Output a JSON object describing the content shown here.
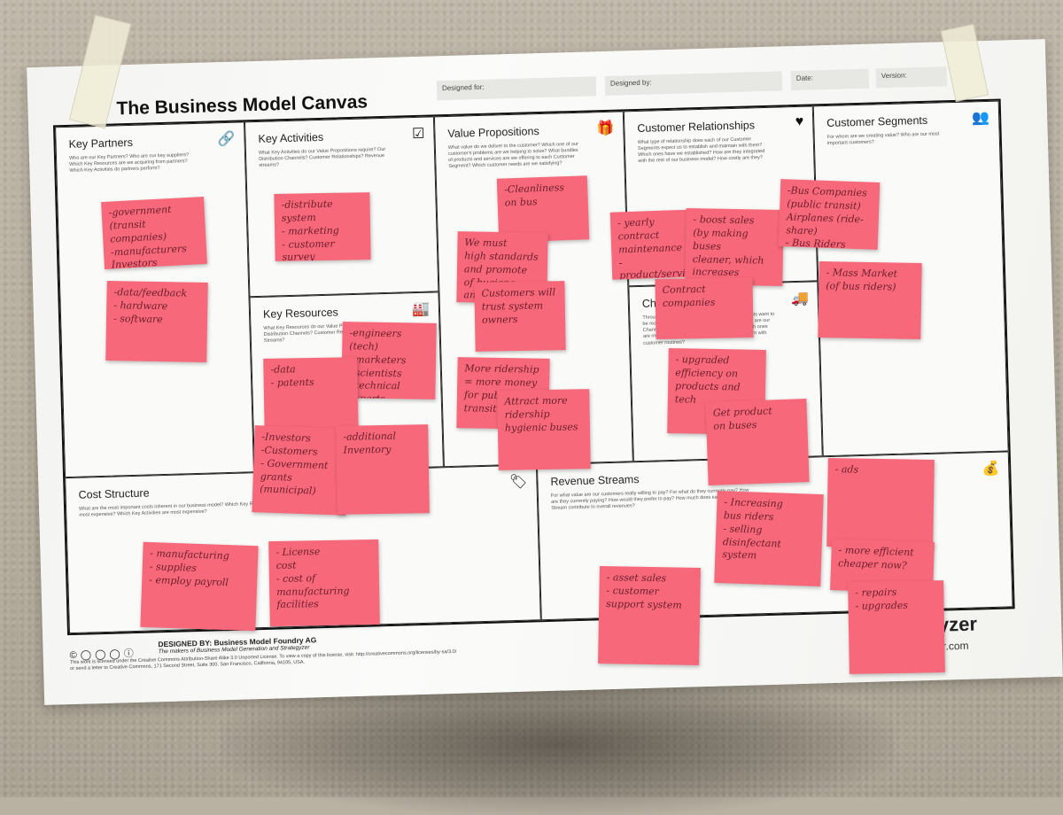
{
  "canvas": {
    "title": "The Business Model Canvas",
    "designed_for": "Designed for:",
    "designed_by": "Designed by:",
    "date": "Date:",
    "version": "Version:"
  },
  "blocks": {
    "key_partners": {
      "title": "Key Partners",
      "questions": "Who are our Key Partners? Who are our key suppliers? Which Key Resources are we acquiring from partners? Which Key Activities do partners perform?",
      "icon": "link-icon"
    },
    "key_activities": {
      "title": "Key Activities",
      "questions": "What Key Activities do our Value Propositions require? Our Distribution Channels? Customer Relationships? Revenue streams?",
      "icon": "checkbox-icon"
    },
    "key_resources": {
      "title": "Key Resources",
      "questions": "What Key Resources do our Value Propositions require? Our Distribution Channels? Customer Relationships? Revenue Streams?",
      "icon": "factory-icon"
    },
    "value_propositions": {
      "title": "Value Propositions",
      "questions": "What value do we deliver to the customer? Which one of our customer's problems are we helping to solve? What bundles of products and services are we offering to each Customer Segment? Which customer needs are we satisfying?",
      "icon": "gift-icon"
    },
    "customer_relationships": {
      "title": "Customer Relationships",
      "questions": "What type of relationship does each of our Customer Segments expect us to establish and maintain with them? Which ones have we established? How are they integrated with the rest of our business model? How costly are they?",
      "icon": "heart-icon"
    },
    "channels": {
      "title": "Channels",
      "questions": "Through which Channels do our Customer Segments want to be reached? How are we reaching them now? How are our Channels integrated? Which ones work best? Which ones are most cost-efficient? How are we integrating them with customer routines?",
      "icon": "truck-icon"
    },
    "customer_segments": {
      "title": "Customer Segments",
      "questions": "For whom are we creating value? Who are our most important customers?",
      "icon": "people-icon"
    },
    "cost_structure": {
      "title": "Cost Structure",
      "questions": "What are the most important costs inherent in our business model? Which Key Resources are most expensive? Which Key Activities are most expensive?",
      "icon": "tag-icon"
    },
    "revenue_streams": {
      "title": "Revenue Streams",
      "questions": "For what value are our customers really willing to pay? For what do they currently pay? How are they currently paying? How would they prefer to pay? How much does each Revenue Stream contribute to overall revenues?",
      "icon": "money-bag-icon"
    }
  },
  "footer": {
    "designed_by": "DESIGNED BY: Business Model Foundry AG",
    "makers": "The makers of Business Model Generation and Strategyzer",
    "license": "This work is licensed under the Creative Commons Attribution-Share Alike 3.0 Unported License. To view a copy of this license, visit: http://creativecommons.org/licenses/by-sa/3.0/ or send a letter to Creative Commons, 171 Second Street, Suite 300, San Francisco, California, 94105, USA.",
    "brand": "Strategyzer",
    "brand_url": "strategyzer.com"
  },
  "notes": [
    {
      "id": "kp1",
      "text": "-government (transit companies)\n-manufacturers\nInvestors"
    },
    {
      "id": "kp2",
      "text": "-data/feedback\n- hardware\n- software"
    },
    {
      "id": "ka1",
      "text": "-distribute system\n- marketing\n- customer survey\n- feedback from users\n- customer service"
    },
    {
      "id": "kr1",
      "text": "-engineers (tech)\n- marketers\n- scientists\n- technical experts"
    },
    {
      "id": "kr2",
      "text": "-data\n- patents"
    },
    {
      "id": "kr3",
      "text": "-Investors\n-Customers\n- Government grants (municipal)"
    },
    {
      "id": "kr4",
      "text": "-additional\nInventory"
    },
    {
      "id": "vp1",
      "text": "-Cleanliness\non bus"
    },
    {
      "id": "vp2",
      "text": "We must\nhigh standards\nand promote\nof hygiene\nand health"
    },
    {
      "id": "vp3",
      "text": "Customers will\ntrust system\nowners"
    },
    {
      "id": "vp4",
      "text": "More ridership\n= more money\nfor public transit"
    },
    {
      "id": "vp5",
      "text": "Attract more\nridership\nhygienic buses"
    },
    {
      "id": "cr1",
      "text": "- yearly contract\nmaintenance\n- product/service\nhotline"
    },
    {
      "id": "cr2",
      "text": "- boost sales\n(by making buses\ncleaner, which\nincreases ridership)"
    },
    {
      "id": "ch1",
      "text": "Contract companies"
    },
    {
      "id": "ch2",
      "text": "- upgraded\nefficiency on\nproducts and\ntech"
    },
    {
      "id": "ch3",
      "text": "Get product\non buses"
    },
    {
      "id": "cs1",
      "text": "-Bus Companies\n(public transit)\nAirplanes (ride-share)\n- Bus Riders"
    },
    {
      "id": "cs2",
      "text": "- Mass Market\n(of bus riders)"
    },
    {
      "id": "cost1",
      "text": "- manufacturing\n- supplies\n- employ payroll"
    },
    {
      "id": "cost2",
      "text": "- License\ncost\n- cost of\nmanufacturing\nfacilities"
    },
    {
      "id": "rs1",
      "text": "- asset sales\n- customer\nsupport system"
    },
    {
      "id": "rs2",
      "text": "- Increasing\nbus riders\n- selling\ndisinfectant system"
    },
    {
      "id": "rs3",
      "text": "- ads"
    },
    {
      "id": "rs4",
      "text": "- more efficient\ncheaper now?"
    },
    {
      "id": "rs5",
      "text": "- repairs\n- upgrades"
    }
  ]
}
